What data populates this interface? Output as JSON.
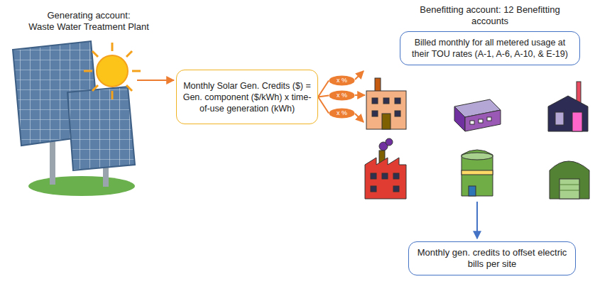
{
  "diagram": {
    "nodes": [
      {
        "text": [
          "Monthly Solar Gen. Credits ($) = Gen. component ($/kWh) x time-of-use generation (kWh)"
        ]
      },
      {
        "text": [
          "x %"
        ]
      },
      {
        "text": [
          "x %"
        ]
      },
      {
        "text": [
          "x %"
        ]
      },
      {
        "text": [
          "Benefitting account: 12 Benefitting accounts",
          "Billed monthly for all metered usage at their TOU rates (A-1, A-6, A-10, & E-19)"
        ]
      },
      {
        "text": [
          "Monthly gen. credits to offset electric bills per site"
        ]
      }
    ],
    "edges": [
      {
        "from": 0,
        "to": 1,
        "arrow": "none"
      },
      {
        "from": 0,
        "to": 2,
        "arrow": "none"
      },
      {
        "from": 0,
        "to": 3,
        "arrow": "none"
      }
    ],
    "labels": [
      "Generating account:",
      "Waste Water Treatment Plant"
    ]
  }
}
